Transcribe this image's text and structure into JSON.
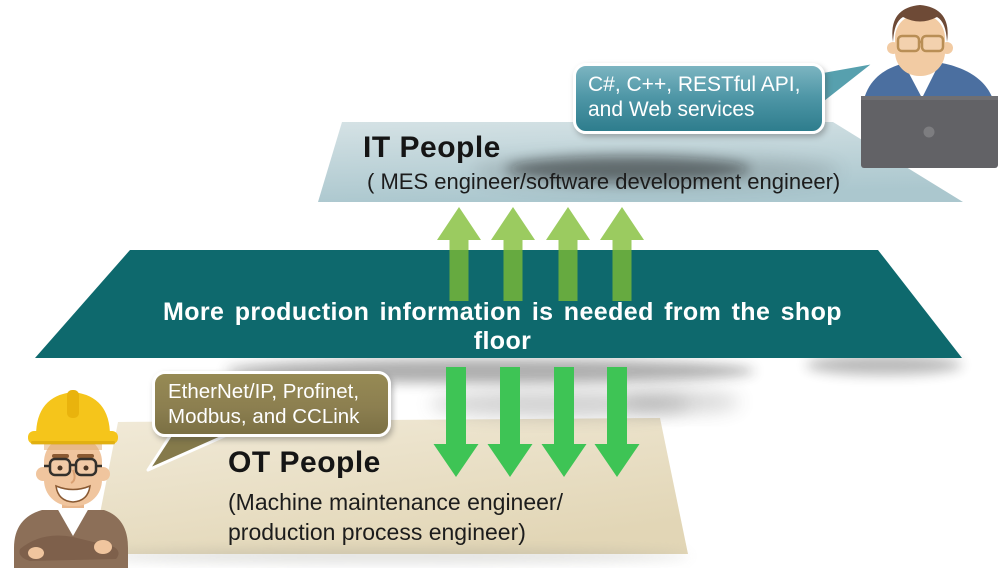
{
  "it": {
    "title": "IT People",
    "subtitle": "( MES engineer/software development engineer)",
    "bubble": {
      "lines": [
        "C#, C++, RESTful API,",
        "and Web services"
      ]
    }
  },
  "banner": {
    "lines": [
      "More production information is needed from the shop",
      "floor"
    ]
  },
  "ot": {
    "title": "OT People",
    "subtitle_lines": [
      "(Machine maintenance engineer/",
      "production process engineer)"
    ],
    "bubble": {
      "lines": [
        "EtherNet/IP, Profinet,",
        "Modbus, and CCLink"
      ]
    }
  },
  "icons": {
    "it_person": "it-engineer-with-laptop-illustration",
    "ot_person": "ot-worker-hard-hat-illustration",
    "up_arrows": "four-up-arrows-icon",
    "down_arrows": "four-down-arrows-icon"
  },
  "colors": {
    "banner_teal": "#0E696D",
    "it_platform_light": "#D2E0E3",
    "it_platform_dark": "#ADC8CF",
    "ot_platform_light": "#F0E9D6",
    "ot_platform_dark": "#E4D9BB",
    "up_arrow_green": "#7FBC33",
    "down_arrow_green": "#3EC455",
    "it_bubble_teal": "#4E96A6",
    "ot_bubble_olive": "#8C7F50",
    "banner_text": "#FFFFFF",
    "title_text": "#151515"
  }
}
